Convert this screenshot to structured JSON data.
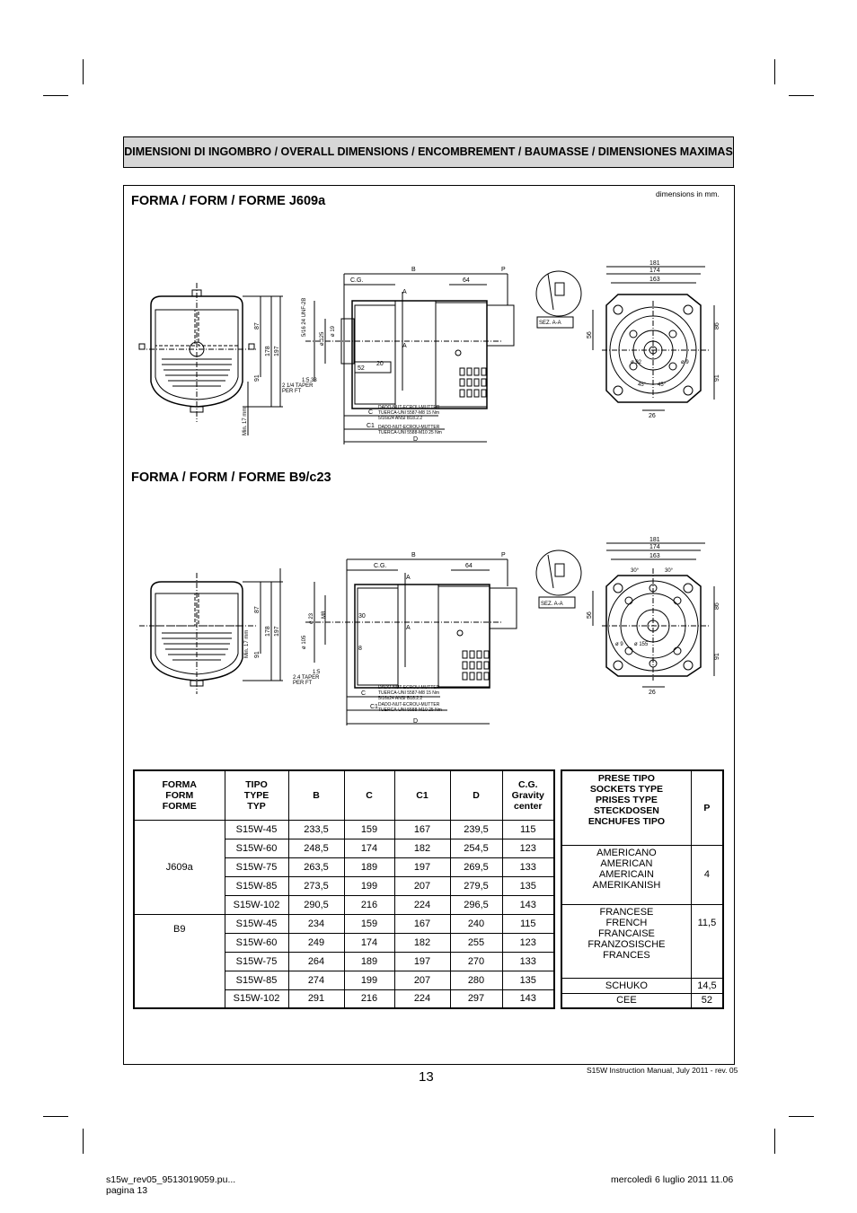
{
  "header": "DIMENSIONI DI INGOMBRO / OVERALL DIMENSIONS / ENCOMBREMENT / BAUMASSE / DIMENSIONES MAXIMAS",
  "units_note": "dimensions in mm.",
  "section1_title": "FORMA / FORM / FORME J609a",
  "section2_title": "FORMA / FORM / FORME B9/c23",
  "drawing_labels": {
    "b": "B",
    "p": "P",
    "cg": "C.G.",
    "a": "A",
    "d": "D",
    "c": "C",
    "c1": "C1",
    "d64": "64",
    "d181": "181",
    "d174": "174",
    "d163": "163",
    "d86": "86",
    "d91": "91",
    "d56": "56",
    "d26": "26",
    "d87": "87",
    "d178": "178",
    "d197": "197",
    "d52": "52",
    "d20": "20",
    "d30": "30",
    "d8": "8",
    "min17": "Min. 17 mm",
    "sez": "SEZ. A-A",
    "thread": "5/16 24 UNF-2B",
    "dia125": "ø 125",
    "dia19": "ø 19",
    "dia92": "ø 92",
    "dia9": "ø 9",
    "dia105": "ø 105",
    "dia23": "ø 23",
    "m8": "M8",
    "dia155": "ø 155",
    "deg45": "45°",
    "deg30": "30°",
    "taper1": "1:5.33",
    "taper1b": "2 1/4 TAPER",
    "taper1c": "PER FT",
    "taper2": "1:5",
    "taper2b": "2.4 TAPER",
    "taper2c": "PER FT",
    "nut1a": "DADO-NUT-ECROU-MUTTER",
    "nut1b": "TUERCA-UNI 5587-M8 15 Nm",
    "nut1c": "5/16x24 ANSI B18.2.2",
    "nut2a": "DADO-NUT-ECROU-MUTTER",
    "nut2b": "TUERCA-UNI 5588-M10 25 Nm"
  },
  "table": {
    "headers": {
      "forma": [
        "FORMA",
        "FORM",
        "FORME"
      ],
      "tipo": [
        "TIPO",
        "TYPE",
        "TYP"
      ],
      "b": "B",
      "c": "C",
      "c1": "C1",
      "d": "D",
      "cg": [
        "C.G.",
        "Gravity",
        "center"
      ]
    },
    "groups": [
      {
        "forma": "J609a",
        "rows": [
          [
            "S15W-45",
            "233,5",
            "159",
            "167",
            "239,5",
            "115"
          ],
          [
            "S15W-60",
            "248,5",
            "174",
            "182",
            "254,5",
            "123"
          ],
          [
            "S15W-75",
            "263,5",
            "189",
            "197",
            "269,5",
            "133"
          ],
          [
            "S15W-85",
            "273,5",
            "199",
            "207",
            "279,5",
            "135"
          ],
          [
            "S15W-102",
            "290,5",
            "216",
            "224",
            "296,5",
            "143"
          ]
        ]
      },
      {
        "forma": "B9",
        "rows": [
          [
            "S15W-45",
            "234",
            "159",
            "167",
            "240",
            "115"
          ],
          [
            "S15W-60",
            "249",
            "174",
            "182",
            "255",
            "123"
          ],
          [
            "S15W-75",
            "264",
            "189",
            "197",
            "270",
            "133"
          ],
          [
            "S15W-85",
            "274",
            "199",
            "207",
            "280",
            "135"
          ],
          [
            "S15W-102",
            "291",
            "216",
            "224",
            "297",
            "143"
          ]
        ]
      }
    ]
  },
  "sockets": {
    "header": [
      "PRESE TIPO",
      "SOCKETS TYPE",
      "PRISES TYPE",
      "STECKDOSEN",
      "ENCHUFES TIPO"
    ],
    "p_header": "P",
    "rows": [
      {
        "names": [
          "AMERICANO",
          "AMERICAN",
          "AMERICAIN",
          "AMERIKANISH"
        ],
        "p": "4"
      },
      {
        "names": [
          "FRANCESE",
          "FRENCH",
          "FRANCAISE",
          "FRANZOSISCHE",
          "FRANCES"
        ],
        "p": "11,5"
      },
      {
        "names": [
          "SCHUKO"
        ],
        "p": "14,5"
      },
      {
        "names": [
          "CEE"
        ],
        "p": "52"
      }
    ]
  },
  "page_number": "13",
  "manual_ref": "S15W Instruction Manual, July 2011 - rev. 05",
  "file_line1": "s15w_rev05_9513019059.pu...",
  "file_line2": "pagina 13",
  "date_stamp": "mercoledì 6 luglio 2011 11.06"
}
